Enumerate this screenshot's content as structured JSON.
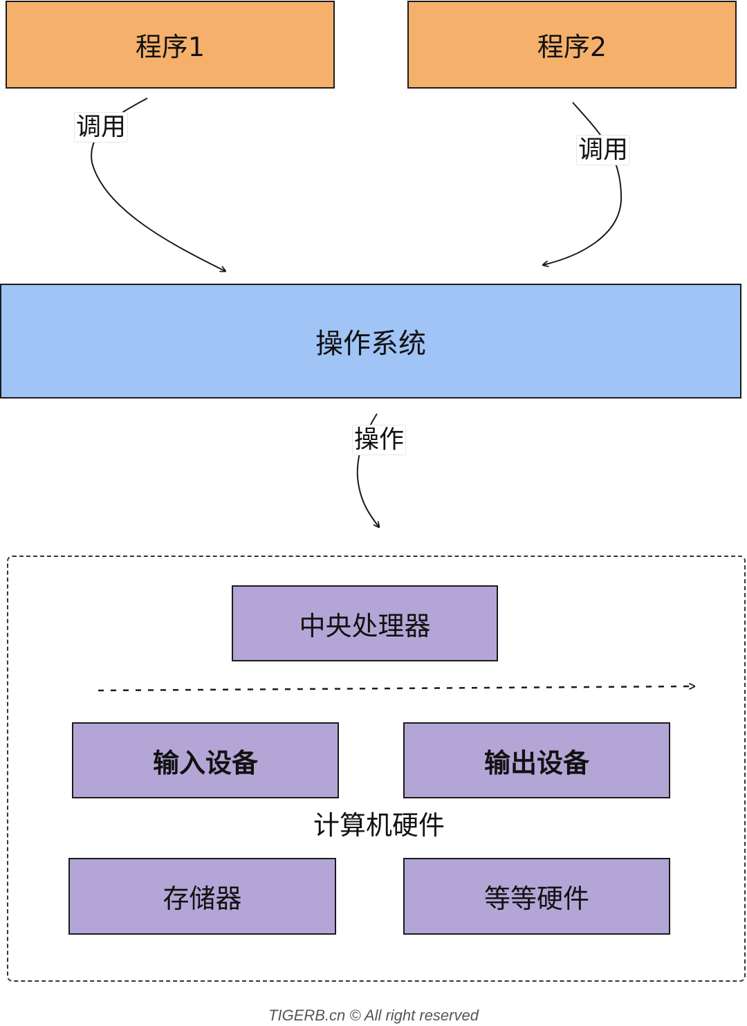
{
  "nodes": {
    "program1": "程序1",
    "program2": "程序2",
    "os": "操作系统",
    "cpu": "中央处理器",
    "input_device": "输入设备",
    "output_device": "输出设备",
    "storage": "存储器",
    "other_hardware": "等等硬件"
  },
  "edges": {
    "call_left": "调用",
    "call_right": "调用",
    "operate": "操作"
  },
  "groups": {
    "hardware": "计算机硬件"
  },
  "footer": "TIGERB.cn © All right reserved",
  "colors": {
    "program": "#f5b06b",
    "os": "#a0c4f6",
    "hardware": "#b3a6d6"
  }
}
